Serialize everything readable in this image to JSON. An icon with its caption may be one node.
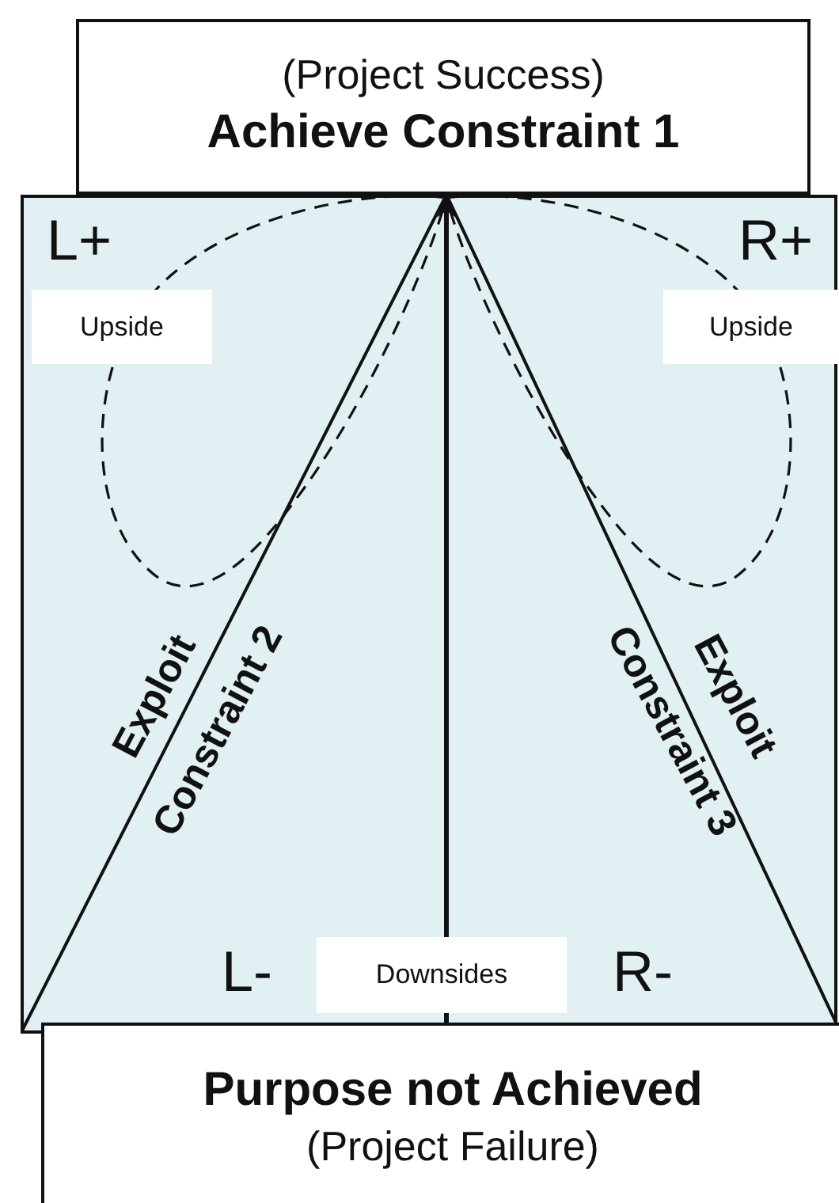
{
  "diagram": {
    "nodes": [
      {
        "text": [
          "(Project Success)",
          "Achieve Constraint 1"
        ]
      },
      {
        "text": [],
        "shape": "box"
      },
      {
        "text": [
          "Upside"
        ],
        "in": 1
      },
      {
        "text": [
          "Upside"
        ],
        "in": 1
      },
      {
        "text": [
          "Downsides"
        ],
        "in": 1
      },
      {
        "text": [
          "Purpose not Achieved",
          "(Project Failure)"
        ]
      }
    ],
    "edges": [
      {
        "from": 5,
        "to": 4,
        "arrow": "none"
      },
      {
        "from": 4,
        "to": 0,
        "arrow": "to"
      },
      {
        "from": 0,
        "to": 1,
        "arrow": "none"
      },
      {
        "from": 0,
        "to": 5,
        "arrow": "none"
      }
    ],
    "labels": [
      "L+",
      "R+",
      "Exploit",
      "Constraint 2",
      "Constraint 3",
      "Exploit",
      "L-",
      "R-"
    ]
  }
}
